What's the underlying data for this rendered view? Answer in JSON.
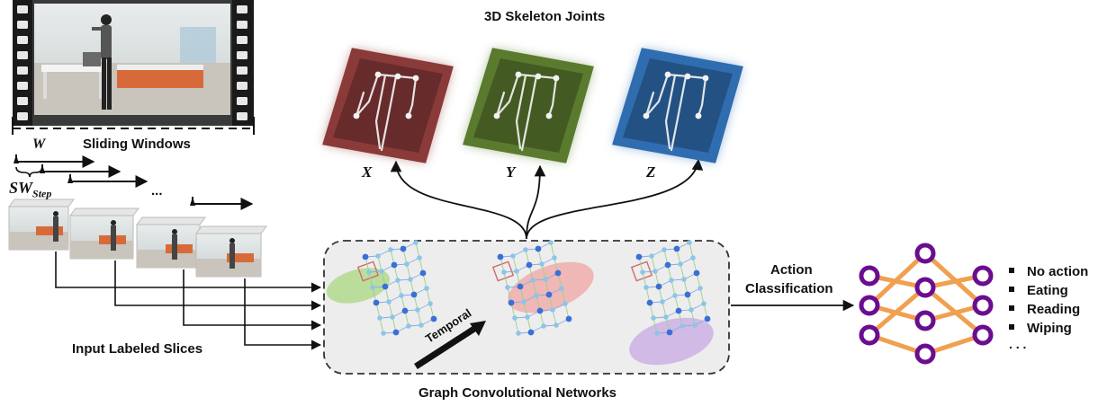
{
  "title": "3D Skeleton Joints",
  "sliding_windows_label": "Sliding Windows",
  "window_symbol": "W",
  "step_symbol_main": "SW",
  "step_symbol_sub": "Step",
  "ellipsis": "...",
  "input_label": "Input Labeled Slices",
  "gcn_label": "Graph Convolutional Networks",
  "temporal_label": "Temporal",
  "axes": [
    "X",
    "Y",
    "Z"
  ],
  "action_label_line1": "Action",
  "action_label_line2": "Classification",
  "classes": [
    "No action",
    "Eating",
    "Reading",
    "Wiping"
  ],
  "classes_more": ". . .",
  "colors": {
    "panel_x": "#8b3a3a",
    "panel_y": "#5a7a2e",
    "panel_z": "#2f6db0",
    "highlight_green": "#8fcf5a",
    "highlight_red": "#f28b8b",
    "highlight_purple": "#b990e0",
    "node_blue": "#3a6fd8",
    "node_light": "#8fc4e8",
    "nn_node": "#6a0d91",
    "nn_edge": "#f0a050"
  }
}
